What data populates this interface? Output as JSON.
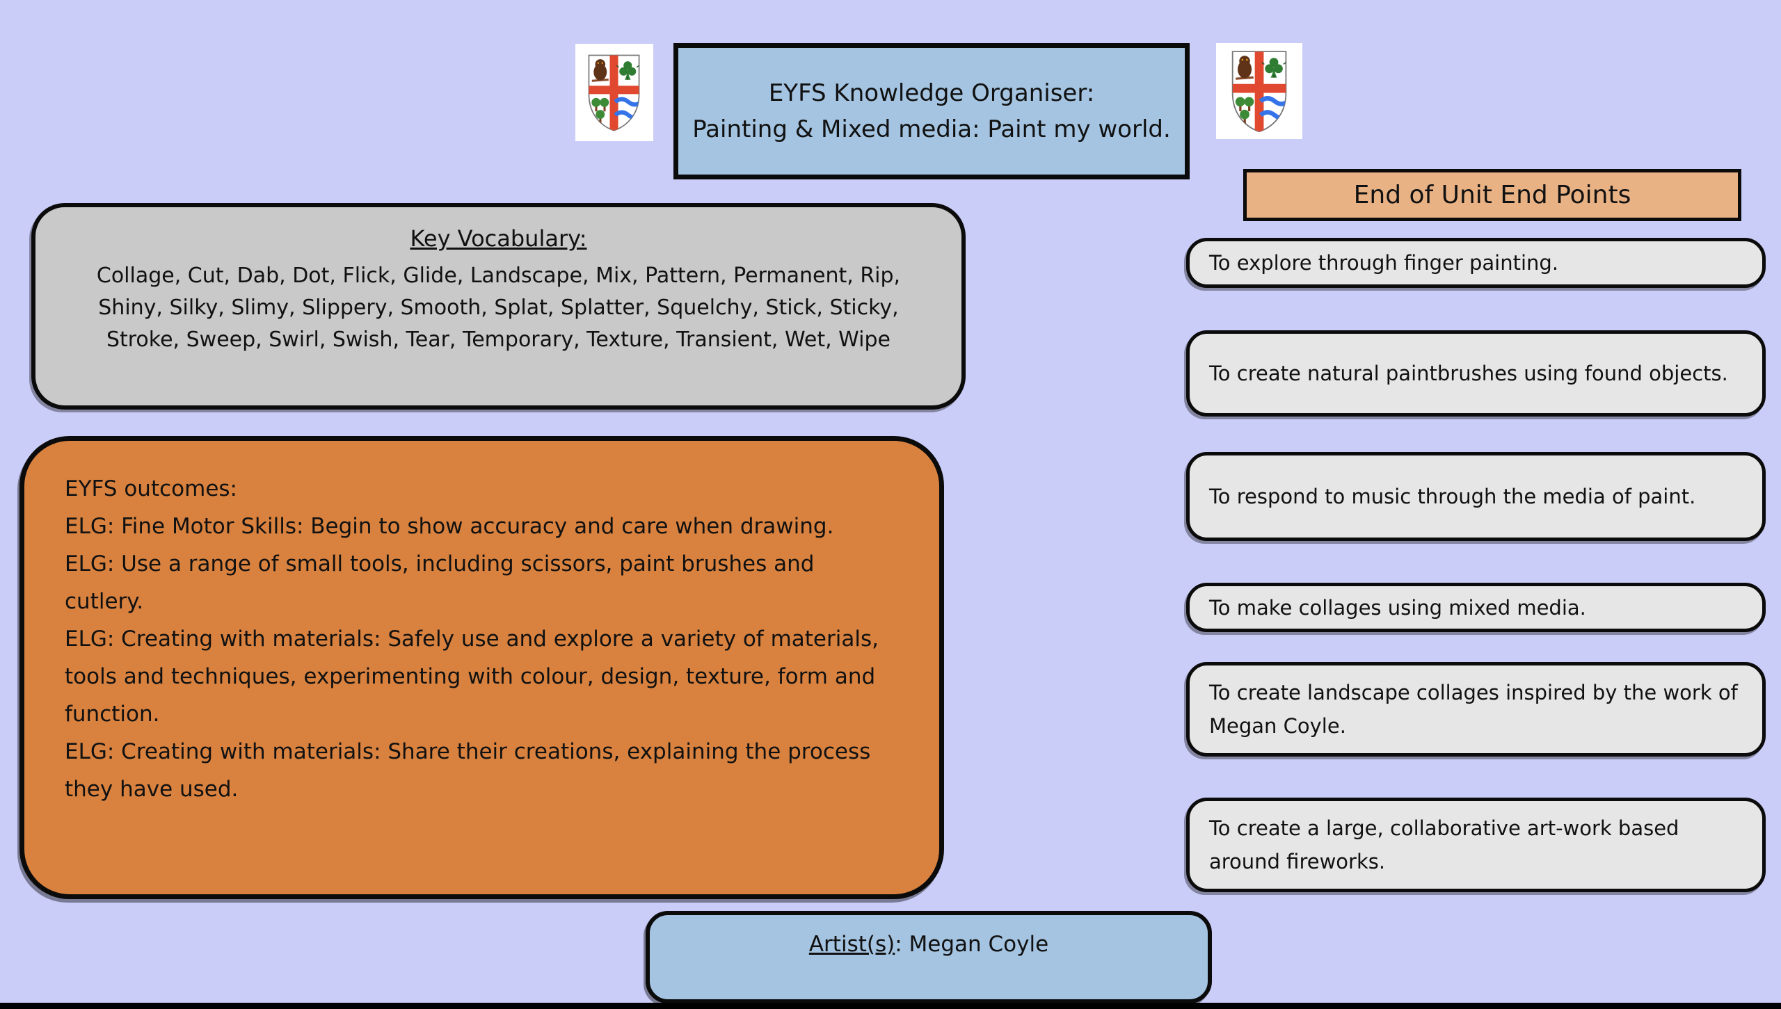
{
  "colors": {
    "background": "#cacdf8",
    "box_blue": "#a4c4e1",
    "box_orange": "#d9823f",
    "header_peach": "#e9b285",
    "box_gray": "#c9c9c9",
    "box_lightgray": "#e6e6e6",
    "border_black": "#0b0b0b",
    "bar_black": "#000000",
    "crest_cross_red": "#e0492f",
    "crest_green": "#2f7d32",
    "crest_owl_brown": "#5f3318",
    "crest_wave_blue": "#3573e8"
  },
  "header": {
    "title_line1": "EYFS Knowledge Organiser:",
    "title_line2": "Painting & Mixed media: Paint my world.",
    "logo_icon": "school-crest-shield (owl, shamrock, three trees, river waves)"
  },
  "vocabulary": {
    "heading": "Key Vocabulary:",
    "words": "Collage, Cut, Dab, Dot, Flick, Glide, Landscape, Mix, Pattern, Permanent, Rip, Shiny, Silky, Slimy, Slippery, Smooth, Splat, Splatter, Squelchy, Stick, Sticky, Stroke, Sweep, Swirl, Swish, Tear, Temporary, Texture, Transient, Wet, Wipe"
  },
  "outcomes": {
    "heading": "EYFS outcomes:",
    "items": [
      "ELG: Fine Motor Skills: Begin to show accuracy and care when drawing.",
      "ELG: Use a range of small tools, including scissors, paint brushes and cutlery.",
      "ELG: Creating with materials: Safely use and explore a variety of materials, tools and techniques, experimenting with colour, design, texture, form and function.",
      "ELG: Creating with materials: Share their creations, explaining the process they have used."
    ]
  },
  "endpoints": {
    "heading": "End of Unit End Points",
    "items": [
      "To explore through finger painting.",
      "To create natural paintbrushes using found objects.",
      "To respond to music through the media of paint.",
      "To make collages using mixed media.",
      "To create landscape collages inspired by the work of Megan Coyle.",
      "To create a large, collaborative art-work based around fireworks."
    ]
  },
  "artist": {
    "label": "Artist(s)",
    "value": ": Megan Coyle"
  }
}
